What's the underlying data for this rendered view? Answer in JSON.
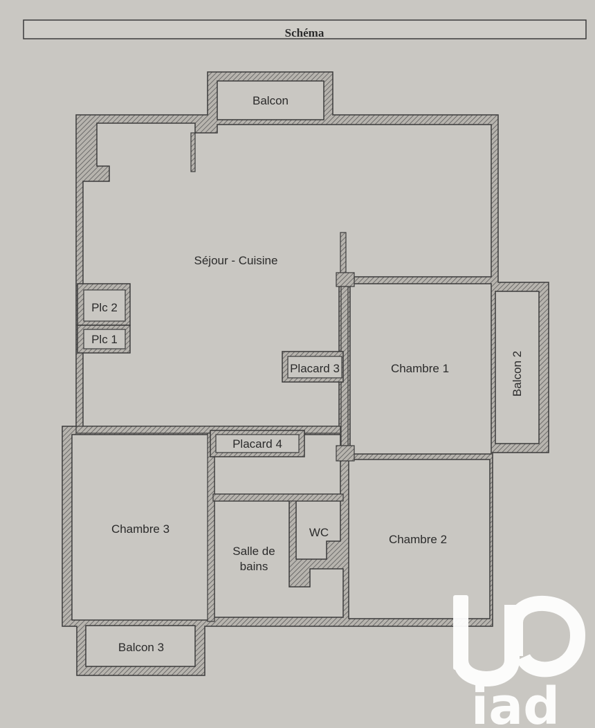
{
  "header": {
    "title": "Schéma"
  },
  "rooms": {
    "balcon": "Balcon",
    "sejour_cuisine": "Séjour - Cuisine",
    "plc2": "Plc 2",
    "plc1": "Plc 1",
    "placard3": "Placard 3",
    "chambre1": "Chambre 1",
    "balcon2": "Balcon 2",
    "placard4": "Placard 4",
    "chambre3": "Chambre 3",
    "salle_de_bains_line1": "Salle de",
    "salle_de_bains_line2": "bains",
    "wc": "WC",
    "chambre2": "Chambre 2",
    "balcon3": "Balcon 3"
  },
  "logo": {
    "text": "iad",
    "icon": "iad-logo-icon"
  },
  "colors": {
    "paper": "#c9c7c2",
    "wall_fill": "#b3b0aa",
    "wall_line": "#3a3a3a",
    "ink": "#2b2b2b",
    "logo": "#ffffff"
  }
}
